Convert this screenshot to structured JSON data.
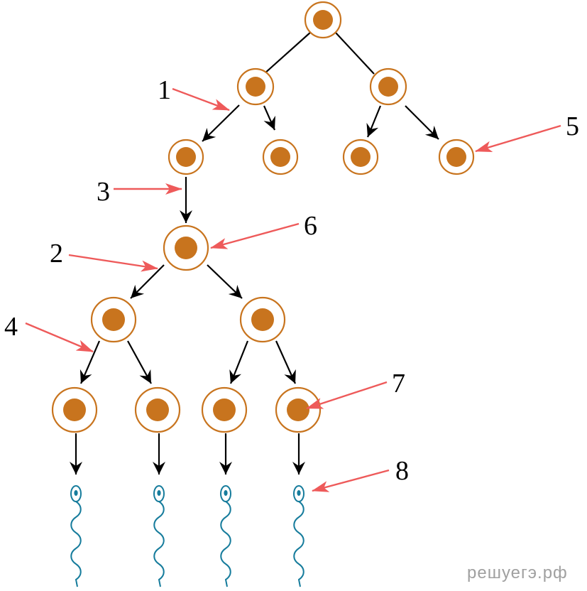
{
  "diagram": {
    "labels": [
      "1",
      "2",
      "3",
      "4",
      "5",
      "6",
      "7",
      "8"
    ],
    "watermark": "решуегэ.рф",
    "colors": {
      "cell_ring": "#c8741e",
      "cell_nucleus": "#c8741e",
      "arrow": "#000000",
      "pointer": "#ee5a5a",
      "sperm": "#167c9c"
    }
  }
}
